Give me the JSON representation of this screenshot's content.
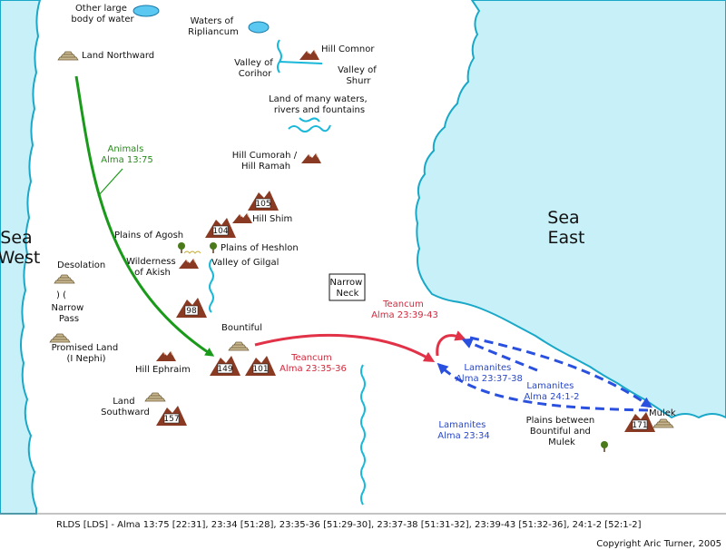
{
  "seas": {
    "west": [
      "Sea",
      "West"
    ],
    "east": [
      "Sea",
      "East"
    ]
  },
  "labels": {
    "other_large_body": [
      "Other large",
      "body of water"
    ],
    "waters_ripliancum": [
      "Waters of",
      "Ripliancum"
    ],
    "land_northward": "Land Northward",
    "hill_comnor": "Hill Comnor",
    "valley_corihor": [
      "Valley of",
      "Corihor"
    ],
    "valley_shurr": [
      "Valley of",
      "Shurr"
    ],
    "land_many_waters": [
      "Land of many waters,",
      "rivers and fountains"
    ],
    "hill_cumorah": [
      "Hill Cumorah /",
      "Hill Ramah"
    ],
    "hill_shim": "Hill Shim",
    "plains_agosh": "Plains of Agosh",
    "plains_heshlon": "Plains of Heshlon",
    "wilderness_akish": [
      "Wilderness",
      "of Akish"
    ],
    "valley_gilgal": "Valley of Gilgal",
    "desolation": "Desolation",
    "narrow_pass_symbol": ") (",
    "narrow_pass": [
      "Narrow",
      "Pass"
    ],
    "promised_land": [
      "Promised Land",
      "(I Nephi)"
    ],
    "narrow_neck": [
      "Narrow",
      "Neck"
    ],
    "bountiful": "Bountiful",
    "hill_ephraim": "Hill Ephraim",
    "land_southward": [
      "Land",
      "Southward"
    ],
    "mulek": "Mulek",
    "plains_between": [
      "Plains between",
      "Bountiful and",
      "Mulek"
    ]
  },
  "routes": {
    "animals": [
      "Animals",
      "Alma 13:75"
    ],
    "teancum_1": [
      "Teancum",
      "Alma 23:35-36"
    ],
    "teancum_2": [
      "Teancum",
      "Alma 23:39-43"
    ],
    "lamanites_1": [
      "Lamanites",
      "Alma 23:37-38"
    ],
    "lamanites_2": [
      "Lamanites",
      "Alma 24:1-2"
    ],
    "lamanites_3": [
      "Lamanites",
      "Alma 23:34"
    ]
  },
  "hill_numbers": {
    "h105": "105",
    "h104": "104",
    "h98": "98",
    "h149": "149",
    "h101": "101",
    "h157": "157",
    "h171": "171"
  },
  "footer": {
    "references": "RLDS [LDS] - Alma 13:75 [22:31], 23:34 [51:28], 23:35-36 [51:29-30], 23:37-38 [51:31-32], 23:39-43 [51:32-36], 24:1-2 [52:1-2]",
    "copyright": "Copyright Aric Turner, 2005"
  },
  "colors": {
    "sea_fill": "#c8f0f8",
    "coast_line": "#1aa8c8",
    "hill_brown": "#8a3a22",
    "city_tan": "#c8b890",
    "green_route": "#1a9a1a",
    "red_route": "#e23248",
    "blue_route": "#2a50e0"
  }
}
